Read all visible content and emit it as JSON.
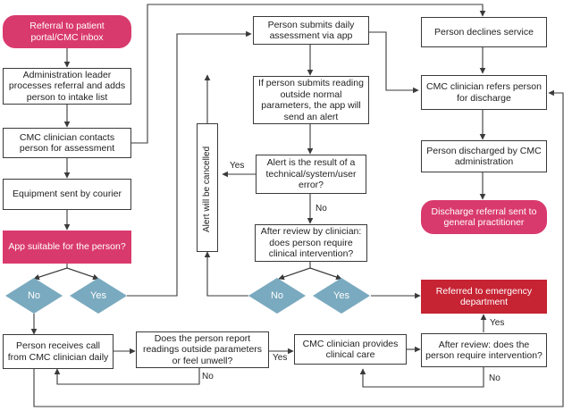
{
  "theme": {
    "pink": "#d93a6e",
    "red": "#c62333",
    "diamond": "#7aaabf",
    "line": "#3a3a3a"
  },
  "nodes": {
    "referral": "Referral to patient portal/CMC inbox",
    "admin_leader": "Administration leader processes referral and adds person to intake list",
    "contact": "CMC clinician contacts person for assessment",
    "equipment": "Equipment sent by courier",
    "app_suitable": "App suitable for the person?",
    "daily_assess": "Person submits daily assessment via app",
    "outside_params": "If person submits reading outside normal parameters, the app will send an alert",
    "alert_error": "Alert is the result of a technical/system/user error?",
    "review_clinician": "After review by clinician: does person require clinical intervention?",
    "declines": "Person declines service",
    "refers_discharge": "CMC clinician refers person for discharge",
    "discharged": "Person discharged by CMC administration",
    "gp_referral": "Discharge referral sent to general practitioner",
    "emergency": "Referred to emergency department",
    "receives_call": "Person receives call from CMC clinician daily",
    "report_readings": "Does the person report readings outside parameters or feel unwell?",
    "clinical_care": "CMC clinician provides clinical care",
    "review_intervention": "After review: does the person require intervention?"
  },
  "diamonds": {
    "no1": "No",
    "yes1": "Yes",
    "no2": "No",
    "yes2": "Yes"
  },
  "labels": {
    "alert_cancelled": "Alert will be cancelled",
    "yes_alert": "Yes",
    "no_alert": "No",
    "yes_report": "Yes",
    "no_report": "No",
    "yes_review": "Yes",
    "no_review": "No"
  }
}
